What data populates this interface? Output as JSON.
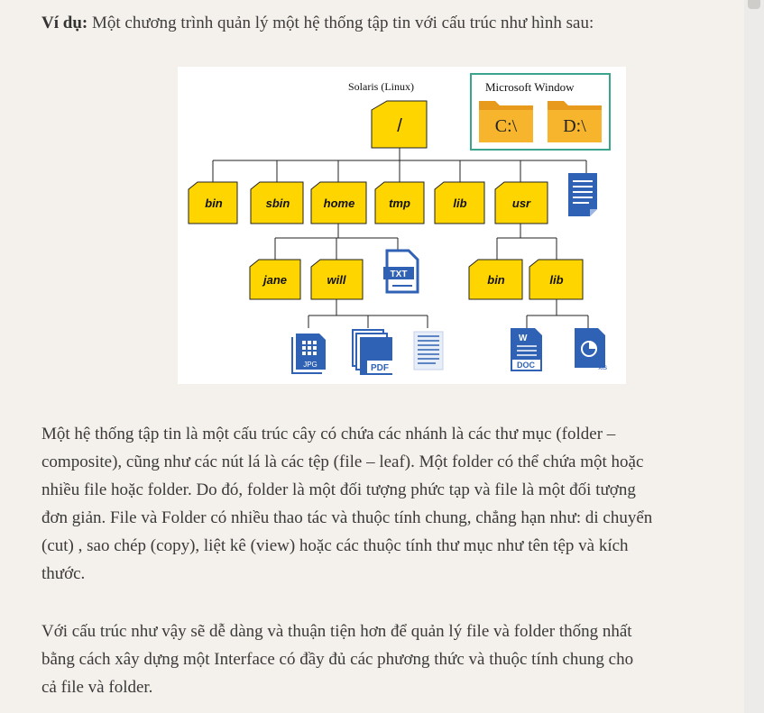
{
  "intro": {
    "label": "Ví dụ:",
    "text": " Một chương trình quản lý một hệ thống tập tin với cấu trúc như hình sau:"
  },
  "diagram": {
    "solaris_label": "Solaris (Linux)",
    "root_label": "/",
    "windows_label": "Microsoft Window",
    "drive_c": "C:\\",
    "drive_d": "D:\\",
    "level1": [
      "bin",
      "sbin",
      "home",
      "tmp",
      "lib",
      "usr"
    ],
    "home_children": [
      "jane",
      "will"
    ],
    "usr_children": [
      "bin",
      "lib"
    ],
    "file_labels": {
      "txt": "TXT",
      "jpg": "JPG",
      "pdf": "PDF",
      "doc": "DOC",
      "xls": "xls",
      "word_mark": "W"
    },
    "colors": {
      "folder_yellow": "#ffd500",
      "file_blue": "#2f62b4",
      "windows_folder": "#f5b02a",
      "windows_border": "#3aa58c"
    }
  },
  "paragraphs": {
    "p1": [
      "Một hệ thống tập tin là một cấu trúc cây có chứa các nhánh là các thư mục (folder –",
      "composite), cũng như các nút lá là các tệp (file – leaf). Một folder có thể chứa một hoặc",
      "nhiều file hoặc folder. Do đó, folder là một đối tượng phức tạp và file là một đối tượng",
      "đơn giản. File và Folder có nhiều thao tác và thuộc tính chung, chẳng hạn như: di chuyển",
      "(cut) , sao chép (copy), liệt kê (view) hoặc các thuộc tính thư mục như tên tệp và kích",
      "thước."
    ],
    "p2": [
      "Với cấu trúc như vậy sẽ dễ dàng và thuận tiện hơn để quản lý file và folder thống nhất",
      "bằng cách xây dựng một Interface có đầy đủ các phương thức và thuộc tính chung cho",
      "cả file và folder."
    ]
  }
}
